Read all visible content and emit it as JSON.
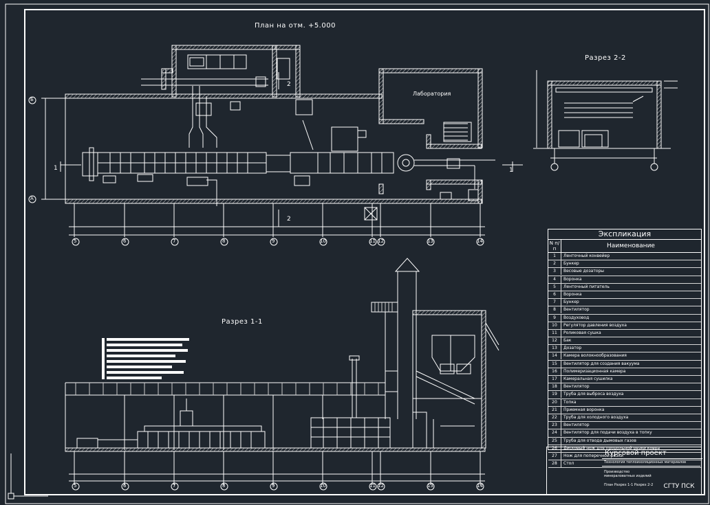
{
  "drawing": {
    "plan_title": "План на отм. +5.000",
    "section_22_title": "Разрез 2-2",
    "section_11_title": "Разрез 1-1",
    "laboratory_label": "Лаборатория",
    "axis_letters": [
      "Б",
      "А"
    ],
    "plan_axes": [
      "5",
      "6",
      "7",
      "8",
      "9",
      "10",
      "11",
      "12",
      "13",
      "14"
    ],
    "section_axes": [
      "5",
      "6",
      "7",
      "8",
      "9",
      "10",
      "11",
      "12",
      "13",
      "14"
    ],
    "cut_marks": [
      "1",
      "1",
      "2",
      "2"
    ],
    "colors": {
      "background": "#1f262e",
      "lines": "#ffffff",
      "hatch": "#cfcfcf"
    }
  },
  "explication": {
    "title": "Экспликация",
    "col_no": "N п/п",
    "col_name": "Наименование",
    "rows": [
      {
        "no": "1",
        "name": "Ленточный конвейер"
      },
      {
        "no": "2",
        "name": "Бункер"
      },
      {
        "no": "3",
        "name": "Весовые дозаторы"
      },
      {
        "no": "4",
        "name": "Воронка"
      },
      {
        "no": "5",
        "name": "Ленточный питатель"
      },
      {
        "no": "6",
        "name": "Воронка"
      },
      {
        "no": "7",
        "name": "Бункер"
      },
      {
        "no": "8",
        "name": "Вентилятор"
      },
      {
        "no": "9",
        "name": "Воздуховод"
      },
      {
        "no": "10",
        "name": "Регулятор давления воздуха"
      },
      {
        "no": "11",
        "name": "Роликовая сушка"
      },
      {
        "no": "12",
        "name": "Бак"
      },
      {
        "no": "13",
        "name": "Дозатор"
      },
      {
        "no": "14",
        "name": "Камера волокнообразования"
      },
      {
        "no": "15",
        "name": "Вентилятор для создания вакуума"
      },
      {
        "no": "16",
        "name": "Полимеризационная камера"
      },
      {
        "no": "17",
        "name": "Камеральная сушилка"
      },
      {
        "no": "18",
        "name": "Вентилятор"
      },
      {
        "no": "19",
        "name": "Труба для выброса воздуха"
      },
      {
        "no": "20",
        "name": "Топка"
      },
      {
        "no": "21",
        "name": "Приемная воронка"
      },
      {
        "no": "22",
        "name": "Труба для холодного воздуха"
      },
      {
        "no": "23",
        "name": "Вентилятор"
      },
      {
        "no": "24",
        "name": "Вентилятор для подачи воздуха в топку"
      },
      {
        "no": "25",
        "name": "Труба для отвода дымовых газов"
      },
      {
        "no": "26",
        "name": "Дисковый нож для продольной резки ковра"
      },
      {
        "no": "27",
        "name": "Нож для поперечной резки"
      },
      {
        "no": "28",
        "name": "Стол"
      }
    ]
  },
  "stamp": {
    "project": "Курсовой проект",
    "subtitle": "Технология теплоизоляционных материалов",
    "desc1": "Производство минераловатных изделий",
    "desc2": "План Разрез 1-1 Разрез 2-2",
    "org": "СГТУ ПСК"
  }
}
